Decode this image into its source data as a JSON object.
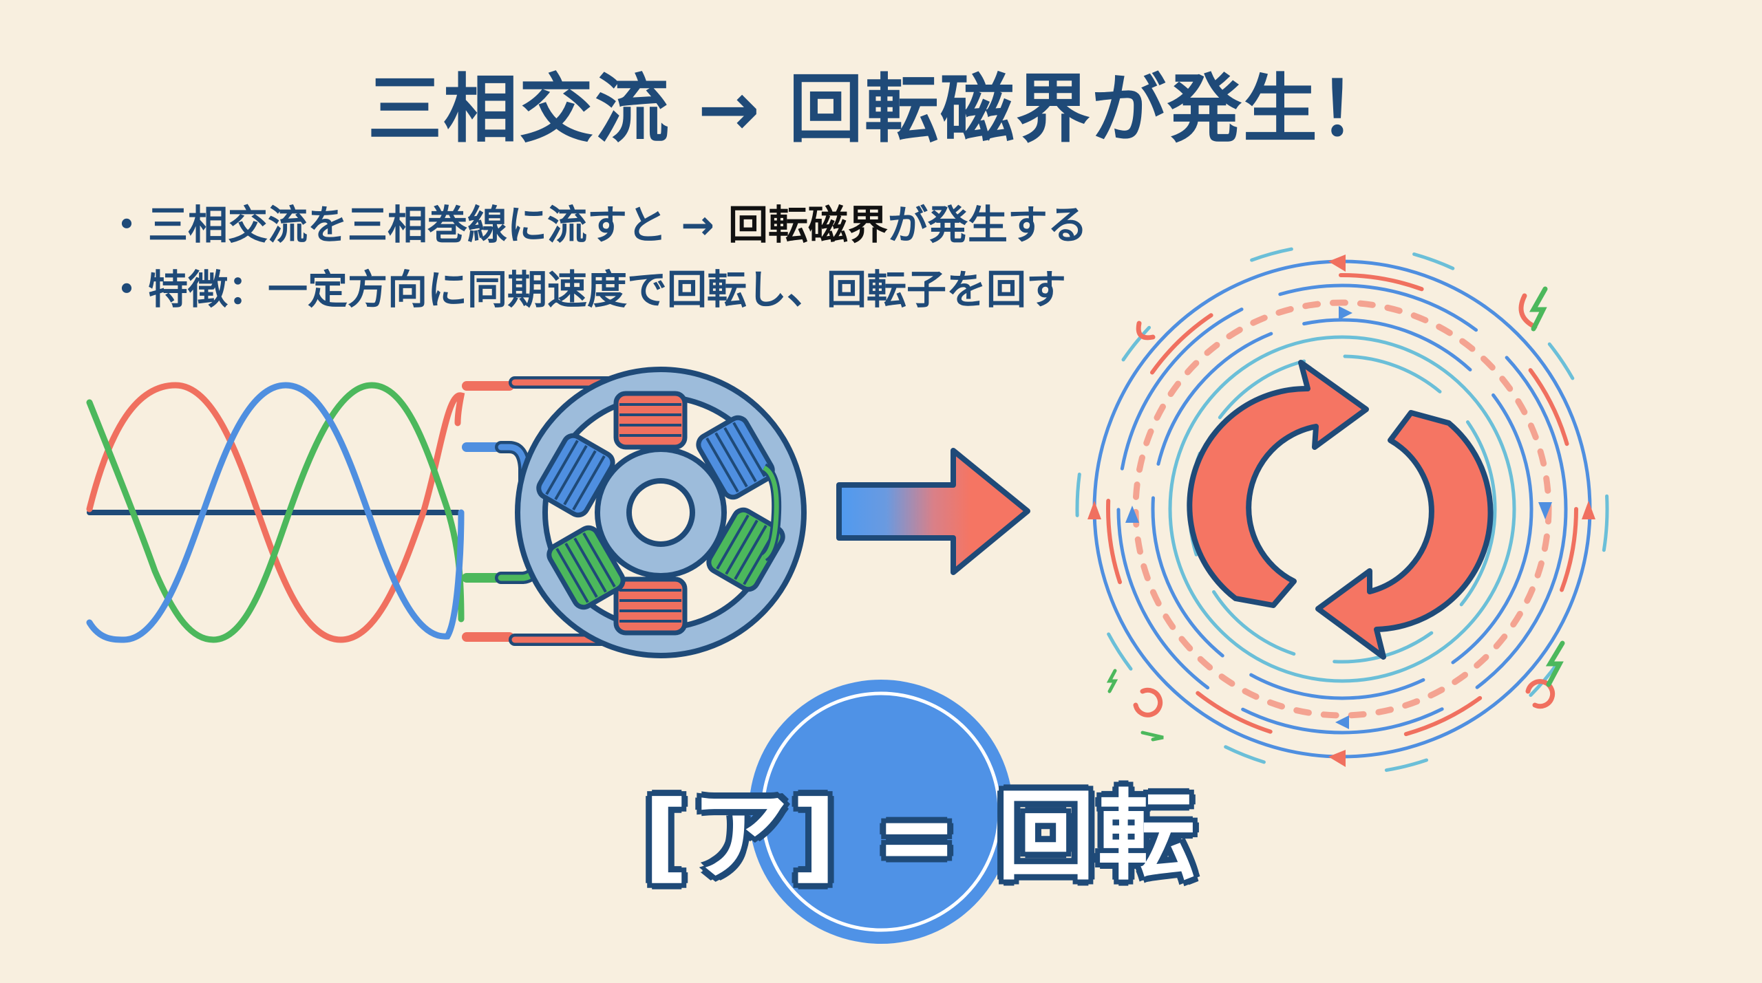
{
  "title": "三相交流 → 回転磁界が発生！",
  "bullets": [
    {
      "marker": "・",
      "text_before": "三相交流を三相巻線に流すと → ",
      "emphasis": "回転磁界",
      "text_after": "が発生する"
    },
    {
      "marker": "・",
      "text_before": "特徴：一定方向に同期速度で回転し、回転子を回す",
      "emphasis": "",
      "text_after": ""
    }
  ],
  "answer": {
    "label": "[ア] = 回転"
  },
  "diagram": {
    "waves": {
      "phases": [
        "red",
        "blue",
        "green"
      ],
      "colors": {
        "red": "#f0705f",
        "blue": "#4f8fe0",
        "green": "#4cb85c"
      },
      "axis_color": "#1f4a78"
    },
    "stator": {
      "coils": [
        "red-top",
        "blue-upper-left",
        "blue-upper-right",
        "green-lower-left",
        "green-lower-right",
        "red-bottom"
      ]
    },
    "transition_arrow": {
      "from_color": "#4f9af0",
      "to_color": "#f57563"
    },
    "rotating_field": {
      "center_icon": "rotate-arrows-icon",
      "arrow_color": "#f57563"
    }
  },
  "colors": {
    "background": "#f8efdf",
    "text": "#1f4a78",
    "emphasis": "#111111",
    "answer_circle": "#4f92e6"
  }
}
